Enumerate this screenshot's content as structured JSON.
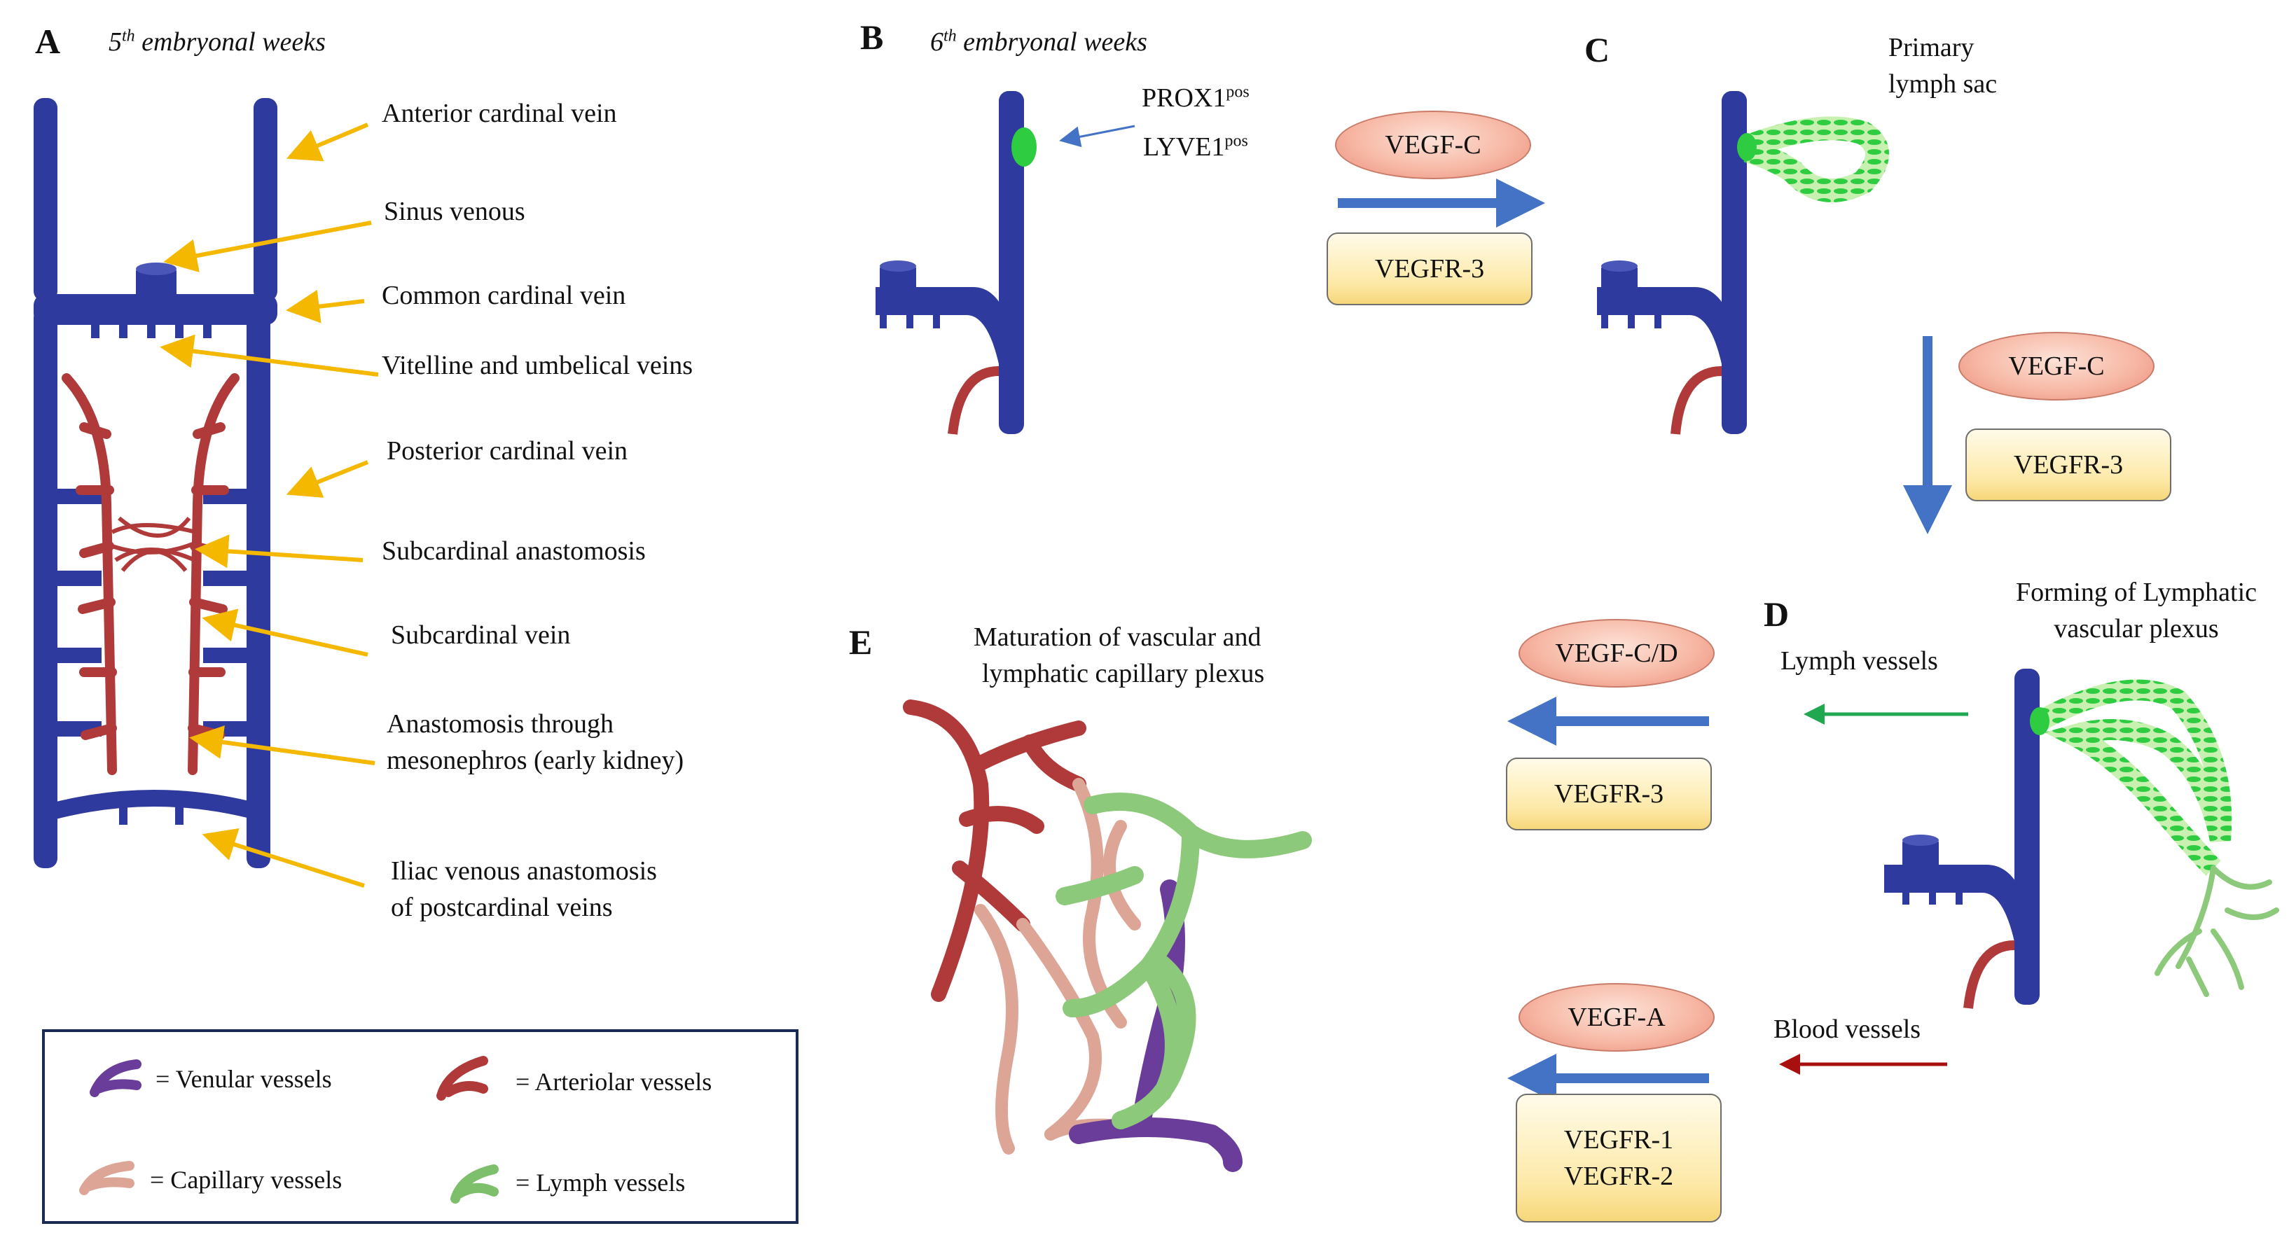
{
  "panels": {
    "A": {
      "letter": "A",
      "title_pre": "5",
      "title_sup": "th",
      "title_post": " embryonal weeks"
    },
    "B": {
      "letter": "B",
      "title_pre": "6",
      "title_sup": "th",
      "title_post": " embryonal weeks"
    },
    "C": {
      "letter": "C"
    },
    "D": {
      "letter": "D"
    },
    "E": {
      "letter": "E"
    }
  },
  "labels_A": [
    {
      "text": "Anterior  cardinal  vein"
    },
    {
      "text": "Sinus  venous"
    },
    {
      "text": "Common  cardinal  vein"
    },
    {
      "text": "Vitelline  and umbelical  veins"
    },
    {
      "text": "Posterior  cardinal  vein"
    },
    {
      "text": "Subcardinal  anastomosis"
    },
    {
      "text": "Subcardinal  vein"
    },
    {
      "text": "Anastomosis  through"
    },
    {
      "text": "mesonephros  (early  kidney)"
    },
    {
      "text": "Iliac  venous  anastomosis"
    },
    {
      "text": "of postcardinal  veins"
    }
  ],
  "markers_B": {
    "prox1": "PROX1",
    "prox1_sup": "pos",
    "lyve1": "LYVE1",
    "lyve1_sup": "pos"
  },
  "growth_factors": {
    "bc_ligand": "VEGF-C",
    "bc_receptor": "VEGFR-3",
    "cd_ligand": "VEGF-C",
    "cd_receptor": "VEGFR-3",
    "lymph_ligand": "VEGF-C/D",
    "lymph_receptor": "VEGFR-3",
    "blood_ligand": "VEGF-A",
    "blood_receptor_1": "VEGFR-1",
    "blood_receptor_2": "VEGFR-2"
  },
  "captions": {
    "primary_sac_1": "Primary",
    "primary_sac_2": "lymph  sac",
    "forming_1": "Forming  of  Lymphatic",
    "forming_2": "vascular  plexus",
    "lymph_vessels": "Lymph  vessels",
    "blood_vessels": "Blood  vessels",
    "maturation_1": "Maturation  of vascular  and",
    "maturation_2": "lymphatic  capillary  plexus"
  },
  "legend": [
    {
      "text": "= Venular  vessels",
      "color": "#6a3d9a"
    },
    {
      "text": "= Arteriolar  vessels",
      "color": "#b03a3a"
    },
    {
      "text": "= Capillary  vessels",
      "color": "#d9a393"
    },
    {
      "text": "= Lymph  vessels",
      "color": "#7dbf6a"
    }
  ],
  "colors": {
    "vein": "#2e3a9e",
    "artery": "#b03a3a",
    "capillary": "#dca596",
    "venule": "#6a3d9a",
    "lymph": "#8cc97a",
    "lymph_bright": "#2ecc40",
    "pointer_arrow": "#f5b800",
    "blue_arrow": "#4472c4",
    "green_arrow": "#1fa84f",
    "red_arrow": "#a80f0f"
  }
}
